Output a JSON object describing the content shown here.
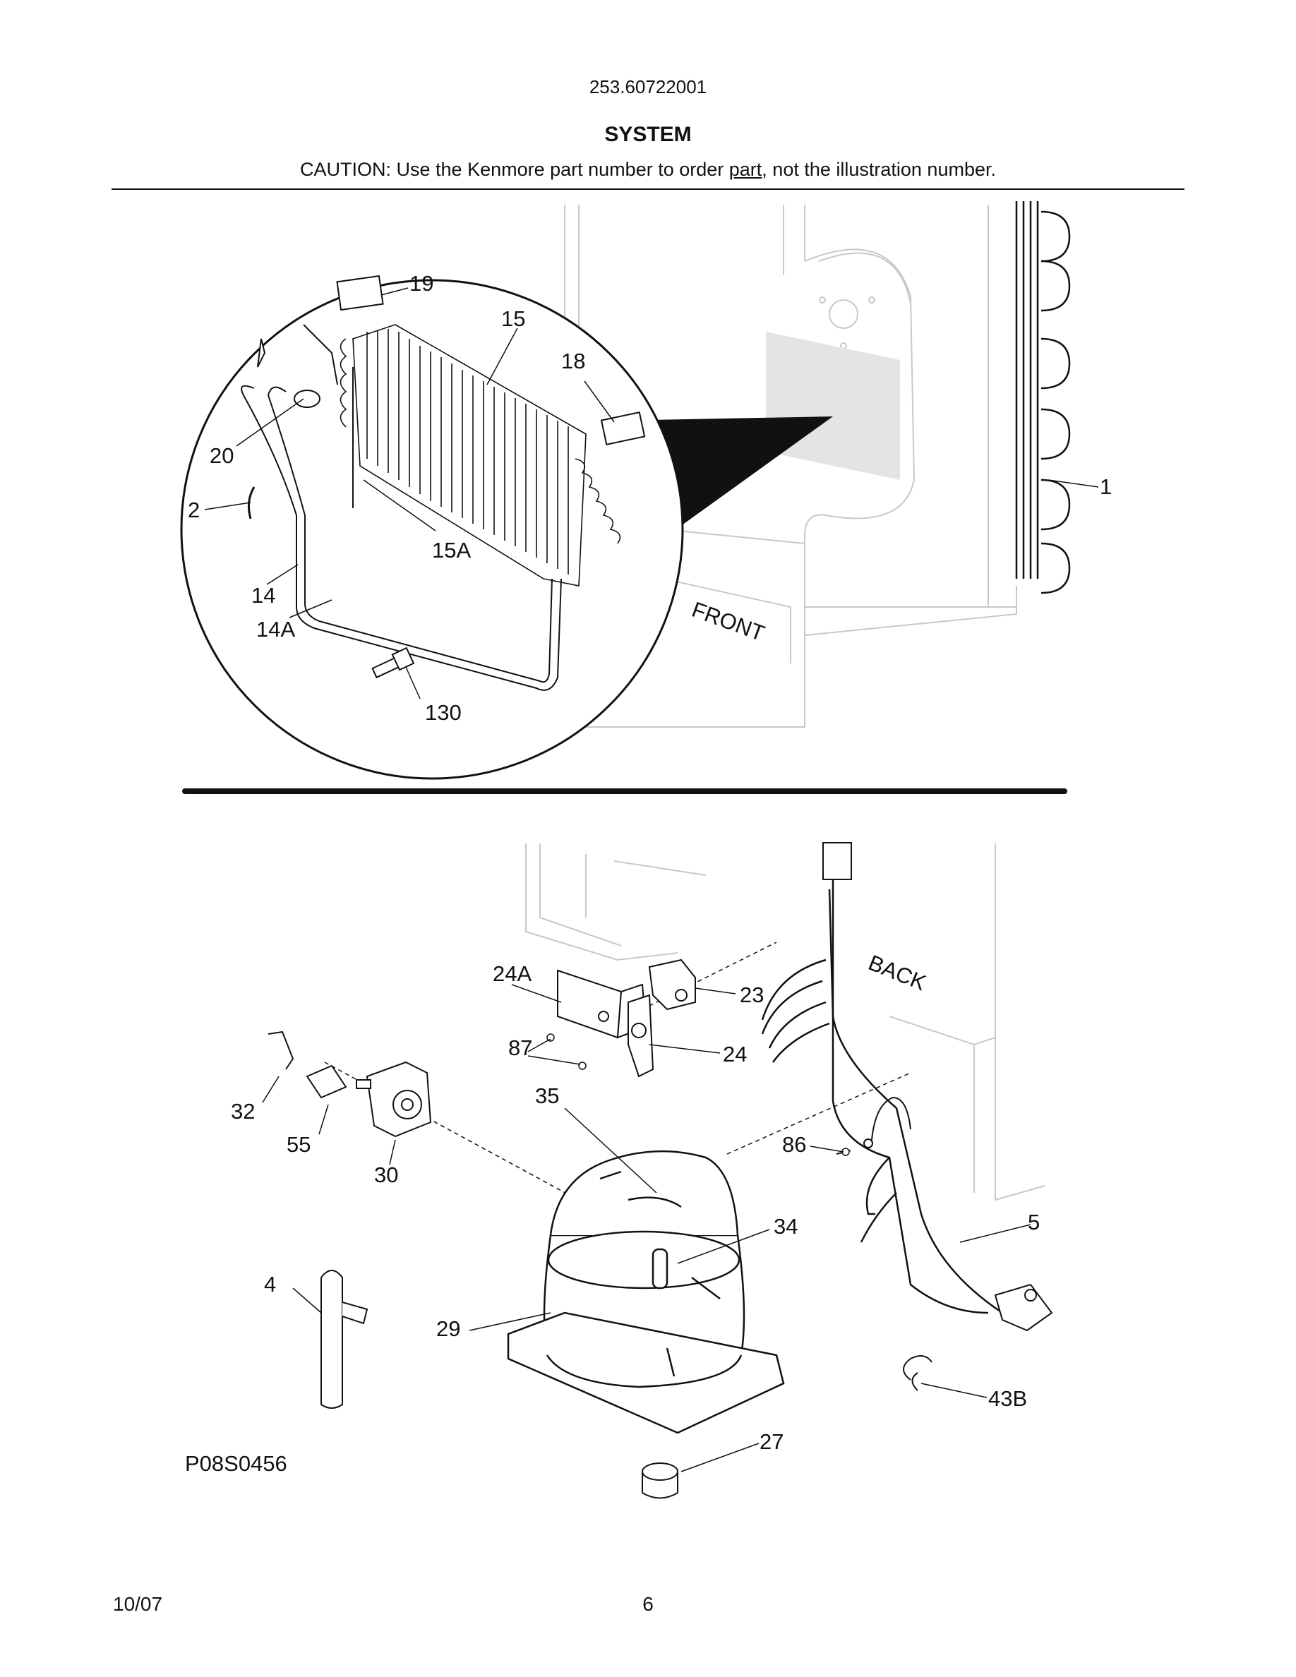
{
  "header": {
    "model_number": "253.60722001",
    "title": "SYSTEM",
    "caution_before": "CAUTION: Use the Kenmore part number to order ",
    "caution_link": "part",
    "caution_after": ", not the illustration number."
  },
  "diagram_top": {
    "labels": {
      "l19": "19",
      "l15": "15",
      "l18": "18",
      "l20": "20",
      "l2": "2",
      "l15A": "15A",
      "l14": "14",
      "l14A": "14A",
      "l130": "130",
      "l1": "1",
      "front": "FRONT"
    }
  },
  "diagram_bottom": {
    "labels": {
      "l24A": "24A",
      "l23": "23",
      "l87": "87",
      "l24": "24",
      "l35": "35",
      "l32": "32",
      "l55": "55",
      "l30": "30",
      "l86": "86",
      "l34": "34",
      "l5": "5",
      "l4": "4",
      "l29": "29",
      "l43B": "43B",
      "l27": "27",
      "back": "BACK"
    }
  },
  "footer": {
    "illustration_code": "P08S0456",
    "date": "10/07",
    "page_number": "6"
  }
}
